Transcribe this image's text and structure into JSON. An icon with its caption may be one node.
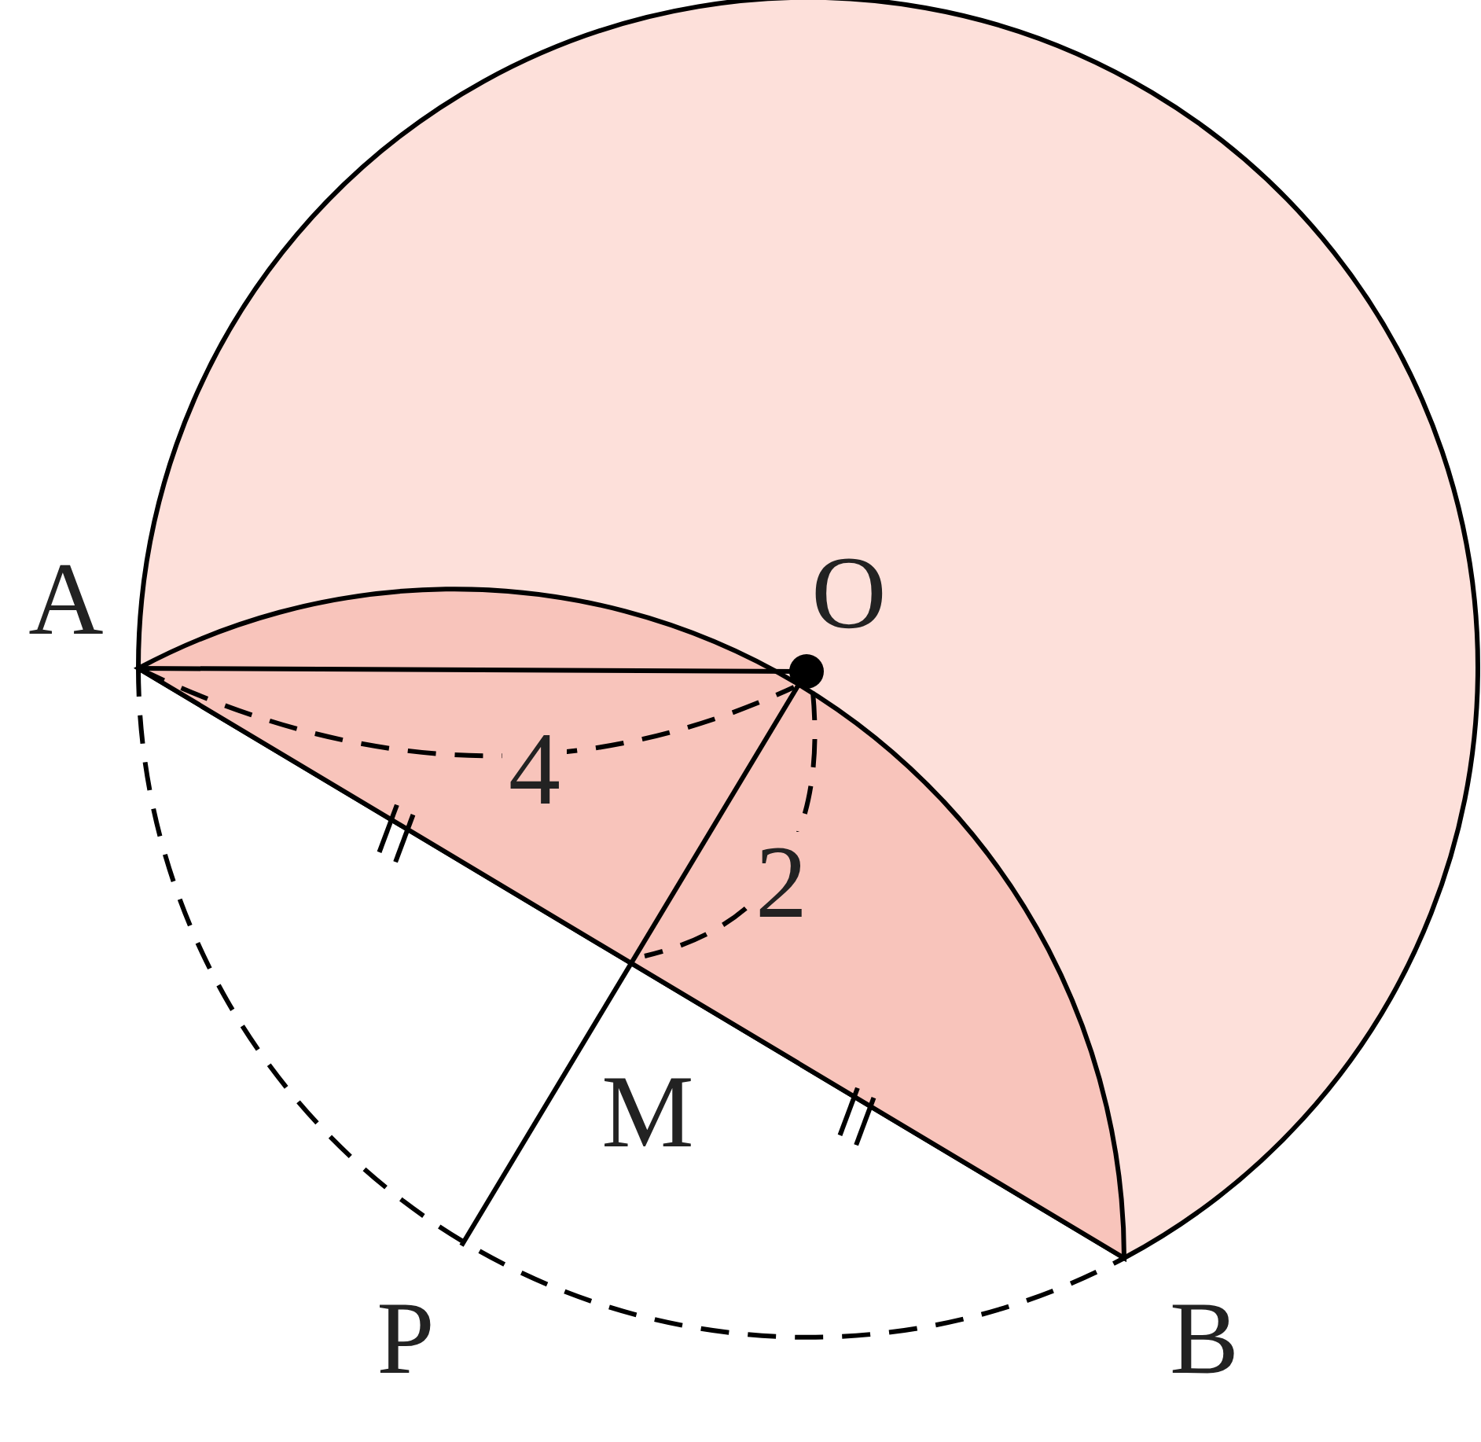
{
  "diagram": {
    "labels": [
      "A",
      "O",
      "4",
      "2",
      "M",
      "P",
      "B"
    ]
  }
}
